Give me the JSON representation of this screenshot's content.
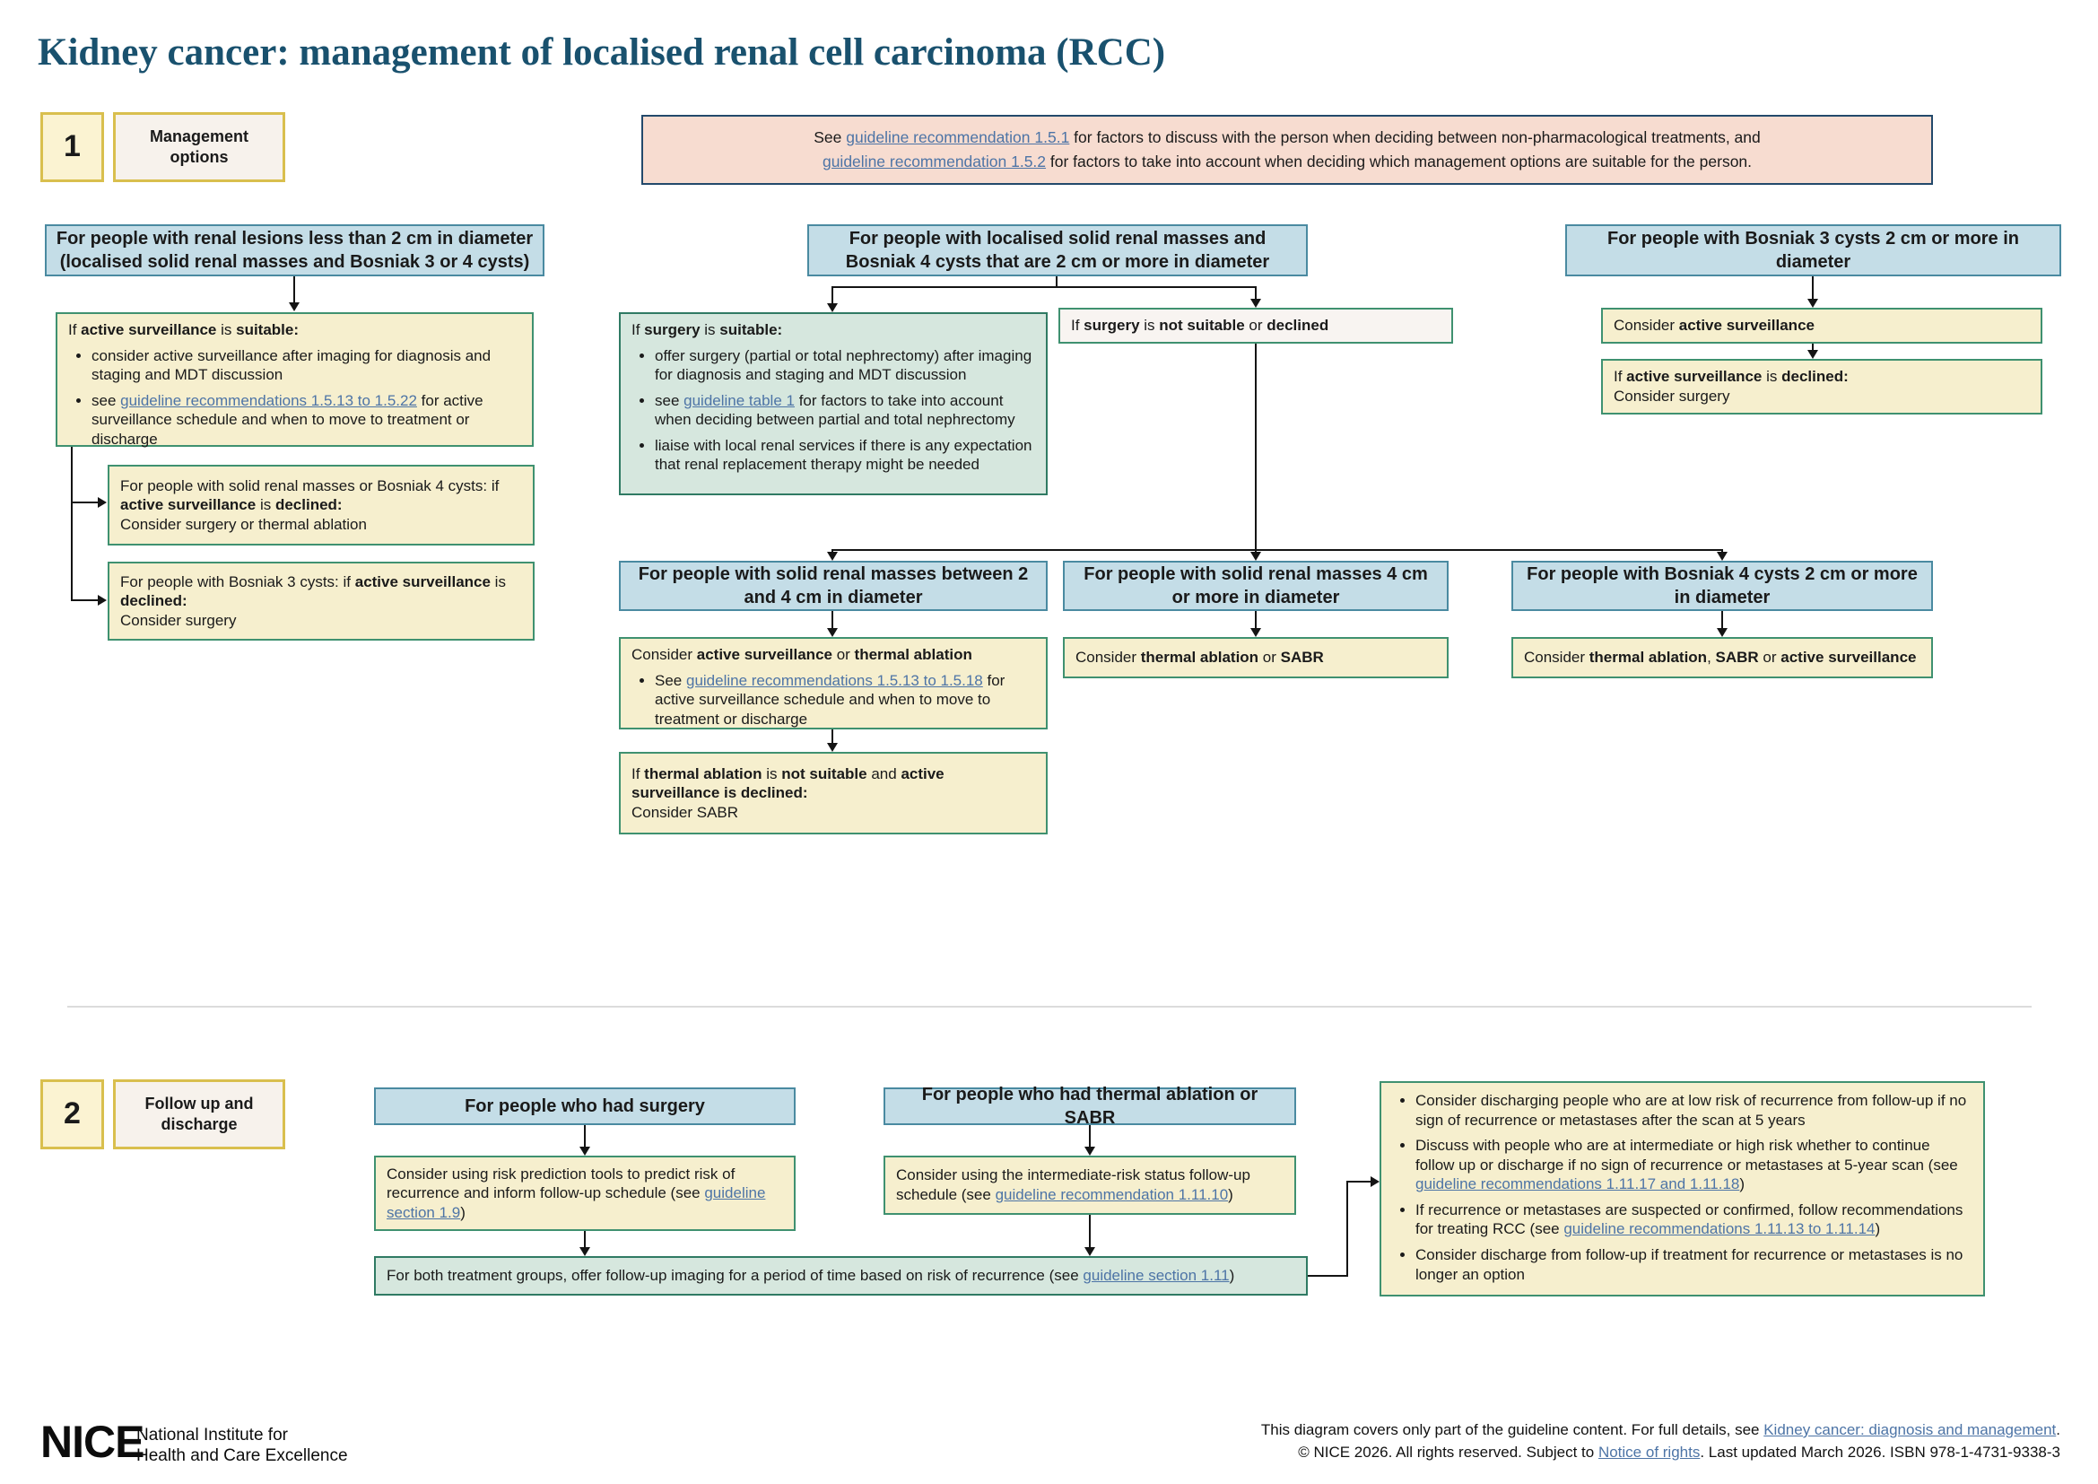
{
  "palette": {
    "title_color": "#19516e",
    "header_fill": "#c4dde7",
    "header_border": "#4a8aa1",
    "yellow_fill": "#f6efce",
    "yellow_border": "#3f9170",
    "green_fill": "#d6e7de",
    "green_border": "#2f7a63",
    "note_fill": "#f7dcd0",
    "note_border": "#23496b",
    "badge_fill": "#fbf3d2",
    "badge_border": "#d9bf4e",
    "link_color": "#4d74a6",
    "line_color": "#141414"
  },
  "title": "Kidney cancer: management of localised renal cell carcinoma (RCC)",
  "s1": {
    "badge": "1",
    "label": "Management options",
    "note": [
      {
        "t": "See "
      },
      {
        "t": "guideline recommendation 1.5.1",
        "l": 1
      },
      {
        "t": " for factors to discuss with the person when deciding between non-pharmacological treatments, and"
      },
      {
        "br": 1
      },
      {
        "t": "guideline recommendation 1.5.2",
        "l": 1
      },
      {
        "t": " for factors to take into account when deciding which management options are suitable for the person."
      }
    ],
    "left": {
      "header": "For people with renal lesions less than 2 cm in diameter (localised solid renal masses and Bosniak 3 or 4 cysts)",
      "suitable": {
        "title": [
          {
            "t": "If "
          },
          {
            "t": "active surveillance",
            "b": 1
          },
          {
            "t": " is "
          },
          {
            "t": "suitable:",
            "b": 1
          }
        ],
        "bullets": [
          [
            {
              "t": "consider active surveillance after imaging for diagnosis and staging and MDT discussion"
            }
          ],
          [
            {
              "t": "see "
            },
            {
              "t": "guideline recommendations 1.5.13 to 1.5.22",
              "l": 1
            },
            {
              "t": " for active surveillance schedule and when to move to treatment or discharge"
            }
          ]
        ]
      },
      "declined_solid": {
        "title": [
          {
            "t": "For people with solid renal masses or Bosniak 4 cysts: if "
          },
          {
            "t": "active surveillance",
            "b": 1
          },
          {
            "t": " is "
          },
          {
            "t": "declined:",
            "b": 1
          }
        ],
        "body": "Consider surgery or thermal ablation"
      },
      "declined_b3": {
        "title": [
          {
            "t": "For people with Bosniak 3 cysts: if "
          },
          {
            "t": "active surveillance",
            "b": 1
          },
          {
            "t": " is "
          },
          {
            "t": "declined:",
            "b": 1
          }
        ],
        "body": "Consider surgery"
      }
    },
    "mid": {
      "header": "For people with localised solid renal masses and Bosniak 4 cysts that are 2 cm or more in diameter",
      "surgery": {
        "title": [
          {
            "t": "If "
          },
          {
            "t": "surgery",
            "b": 1
          },
          {
            "t": " is "
          },
          {
            "t": "suitable:",
            "b": 1
          }
        ],
        "bullets": [
          [
            {
              "t": "offer surgery (partial or total nephrectomy) after imaging for diagnosis and staging and MDT discussion"
            }
          ],
          [
            {
              "t": "see "
            },
            {
              "t": "guideline table 1",
              "l": 1
            },
            {
              "t": " for factors to take into account when deciding between partial and total nephrectomy"
            }
          ],
          [
            {
              "t": "liaise with local renal services if there is any expectation that renal replacement therapy might be needed"
            }
          ]
        ]
      },
      "not_suitable": [
        {
          "t": "If "
        },
        {
          "t": "surgery",
          "b": 1
        },
        {
          "t": " is "
        },
        {
          "t": "not suitable",
          "b": 1
        },
        {
          "t": " or "
        },
        {
          "t": "declined",
          "b": 1
        }
      ],
      "sub1": {
        "header": "For people with solid renal masses between 2 and 4 cm in diameter",
        "consider_title": [
          {
            "t": "Consider "
          },
          {
            "t": "active surveillance",
            "b": 1
          },
          {
            "t": " or "
          },
          {
            "t": "thermal ablation",
            "b": 1
          }
        ],
        "consider_bullets": [
          [
            {
              "t": "See "
            },
            {
              "t": "guideline recommendations 1.5.13 to 1.5.18",
              "l": 1
            },
            {
              "t": " for active surveillance schedule and when to move to treatment or discharge"
            }
          ]
        ],
        "sabr_title": [
          {
            "t": "If "
          },
          {
            "t": "thermal ablation",
            "b": 1
          },
          {
            "t": " is "
          },
          {
            "t": "not suitable",
            "b": 1
          },
          {
            "t": " and "
          },
          {
            "t": "active surveillance is declined:",
            "b": 1
          }
        ],
        "sabr_body": "Consider SABR"
      },
      "sub2": {
        "header": "For people with solid renal masses 4 cm or more in diameter",
        "consider": [
          {
            "t": "Consider "
          },
          {
            "t": "thermal ablation",
            "b": 1
          },
          {
            "t": " or "
          },
          {
            "t": "SABR",
            "b": 1
          }
        ]
      },
      "sub3": {
        "header": "For people with Bosniak 4 cysts 2 cm or more in diameter",
        "consider": [
          {
            "t": "Consider "
          },
          {
            "t": "thermal ablation",
            "b": 1
          },
          {
            "t": ", "
          },
          {
            "t": "SABR",
            "b": 1
          },
          {
            "t": " or "
          },
          {
            "t": "active surveillance",
            "b": 1
          }
        ]
      }
    },
    "right": {
      "header": "For people with Bosniak 3 cysts 2 cm or more in diameter",
      "consider": [
        {
          "t": "Consider "
        },
        {
          "t": "active surveillance",
          "b": 1
        }
      ],
      "declined": {
        "title": [
          {
            "t": "If "
          },
          {
            "t": "active surveillance",
            "b": 1
          },
          {
            "t": " is "
          },
          {
            "t": "declined:",
            "b": 1
          }
        ],
        "body": "Consider surgery"
      }
    }
  },
  "s2": {
    "badge": "2",
    "label": "Follow up and discharge",
    "surgery": {
      "header": "For people who had surgery",
      "box": [
        {
          "t": "Consider using risk prediction tools to predict risk of recurrence and inform follow-up schedule (see "
        },
        {
          "t": "guideline section 1.9",
          "l": 1
        },
        {
          "t": ")"
        }
      ]
    },
    "ablation": {
      "header": "For people who had thermal ablation or SABR",
      "box": [
        {
          "t": "Consider using the intermediate-risk status follow-up schedule (see "
        },
        {
          "t": "guideline recommendation 1.11.10",
          "l": 1
        },
        {
          "t": ")"
        }
      ]
    },
    "both": [
      {
        "t": "For both treatment groups, offer follow-up imaging for a period of time based on risk of recurrence (see "
      },
      {
        "t": "guideline section 1.11",
        "l": 1
      },
      {
        "t": ")"
      }
    ],
    "discharge_bullets": [
      [
        {
          "t": "Consider discharging people who are at low risk of recurrence from follow-up if no sign of recurrence or metastases after the scan at 5 years"
        }
      ],
      [
        {
          "t": "Discuss with people who are at intermediate or high risk whether to continue follow up or discharge if no sign of recurrence or metastases at 5-year scan (see "
        },
        {
          "t": "guideline recommendations 1.11.17 and 1.11.18",
          "l": 1
        },
        {
          "t": ")"
        }
      ],
      [
        {
          "t": "If recurrence or metastases are suspected or confirmed, follow recommendations for treating RCC (see "
        },
        {
          "t": "guideline recommendations 1.11.13 to 1.11.14",
          "l": 1
        },
        {
          "t": ")"
        }
      ],
      [
        {
          "t": "Consider discharge from follow-up if treatment for recurrence or metastases is no longer an option"
        }
      ]
    ]
  },
  "footer": {
    "logo": "NICE",
    "tagline1": "National Institute for",
    "tagline2": "Health and Care Excellence",
    "line1": [
      {
        "t": "This diagram covers only part of the guideline content. For full details, see "
      },
      {
        "t": "Kidney cancer: diagnosis and management",
        "l": 1
      },
      {
        "t": "."
      }
    ],
    "line2": [
      {
        "t": "© NICE 2026. All rights reserved. Subject to "
      },
      {
        "t": "Notice of rights",
        "l": 1
      },
      {
        "t": ". Last updated March 2026. ISBN 978-1-4731-9338-3"
      }
    ]
  }
}
